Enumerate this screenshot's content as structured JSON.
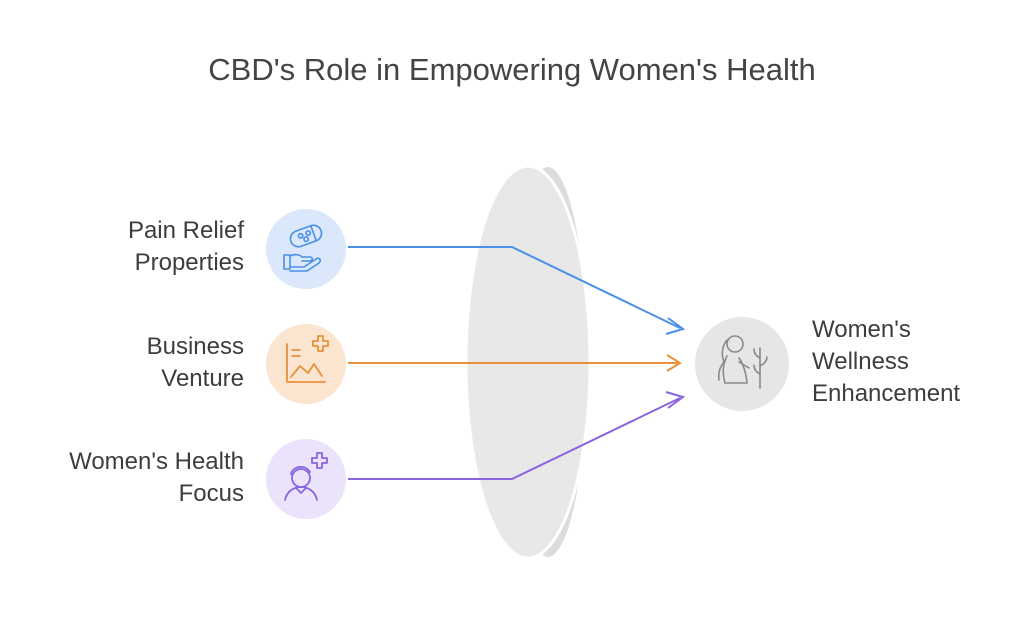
{
  "title": "CBD's Role in Empowering Women's Health",
  "inputs": [
    {
      "label": "Pain Relief\nProperties",
      "icon": "hand-pill-icon",
      "color": "#4a8fe8",
      "bg": "#dbe8fb"
    },
    {
      "label": "Business\nVenture",
      "icon": "growth-chart-icon",
      "color": "#e8913a",
      "bg": "#fbe5d0"
    },
    {
      "label": "Women's Health\nFocus",
      "icon": "woman-health-icon",
      "color": "#8a63e0",
      "bg": "#ebe3fb"
    }
  ],
  "output": {
    "label": "Women's\nWellness\nEnhancement",
    "icon": "woman-nature-icon",
    "bg": "#e6e6e6"
  },
  "lens_color": "#e7e7e7"
}
